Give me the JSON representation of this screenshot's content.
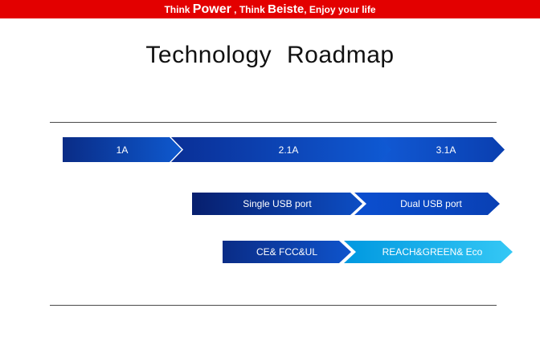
{
  "banner": {
    "prefix": "Think ",
    "brand1": "Power",
    "middle": " , Think ",
    "brand2": "Beiste",
    "suffix": ", Enjoy your life"
  },
  "title": "Technology Roadmap",
  "roadmap": {
    "rows": [
      {
        "name": "charging-current",
        "segments": [
          {
            "label": "1A"
          },
          {
            "label": "2.1A"
          },
          {
            "label": "3.1A"
          }
        ]
      },
      {
        "name": "usb-ports",
        "segments": [
          {
            "label": "Single USB port"
          },
          {
            "label": "Dual USB port"
          }
        ]
      },
      {
        "name": "certifications",
        "segments": [
          {
            "label": "CE& FCC&UL"
          },
          {
            "label": "REACH&GREEN& Eco"
          }
        ]
      }
    ]
  },
  "colors": {
    "banner_red": "#e30000",
    "arrow_dark_blue": "#0a2c86",
    "arrow_mid_blue": "#0f5bd6",
    "arrow_bright_blue": "#0b4fd0",
    "arrow_cyan": "#00a2e8",
    "text_on_arrow": "#ffffff",
    "divider": "#4a4a4a"
  }
}
